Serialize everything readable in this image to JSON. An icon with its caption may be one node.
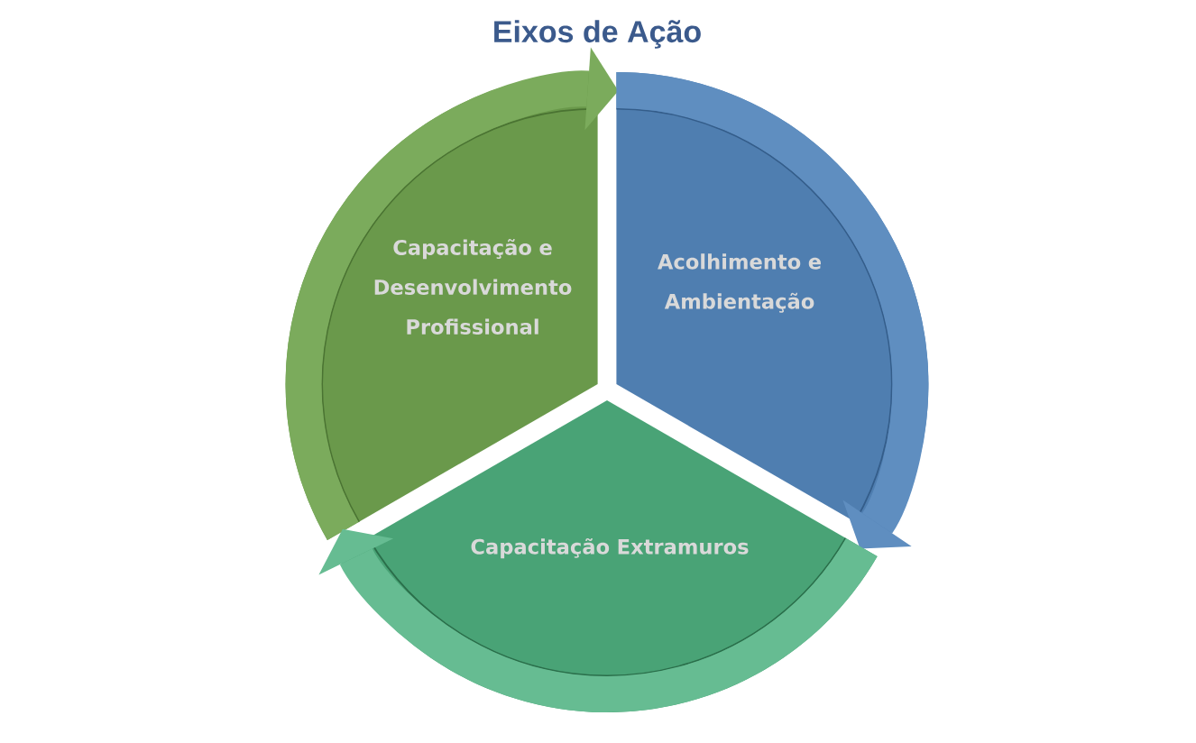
{
  "diagram": {
    "title": "Eixos de Ação",
    "nodes": [
      {
        "text": [
          "Capacitação e Desenvolvimento Profissional"
        ]
      },
      {
        "text": [
          "Acolhimento e Ambientação"
        ]
      },
      {
        "text": [
          "Capacitação Extramuros"
        ]
      }
    ],
    "edges": [
      {
        "from": 0,
        "to": 1,
        "arrow": "to",
        "color": "#7bab5c"
      },
      {
        "from": 1,
        "to": 2,
        "arrow": "to",
        "color": "#5f8ec0"
      },
      {
        "from": 2,
        "to": 0,
        "arrow": "to",
        "color": "#66bc92"
      }
    ]
  }
}
